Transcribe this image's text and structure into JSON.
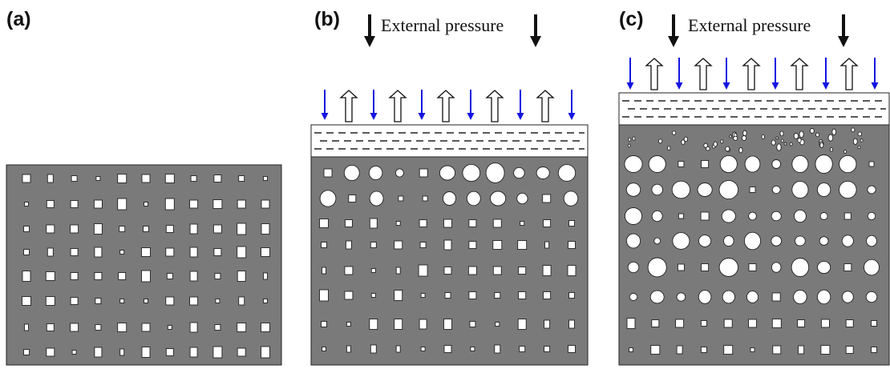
{
  "panels": [
    {
      "label": "(a)",
      "pressure_label": ""
    },
    {
      "label": "(b)",
      "pressure_label": "External pressure"
    },
    {
      "label": "(c)",
      "pressure_label": "External pressure"
    }
  ],
  "colors": {
    "block": "#7a7a7a",
    "pore": "#ffffff",
    "outline": "#222222",
    "inflow_arrow": "#1414e0",
    "pressure_arrow": "#111111"
  },
  "icons": [
    "pressure-arrow-icon",
    "inflow-arrow-icon",
    "outflow-arrow-icon"
  ]
}
